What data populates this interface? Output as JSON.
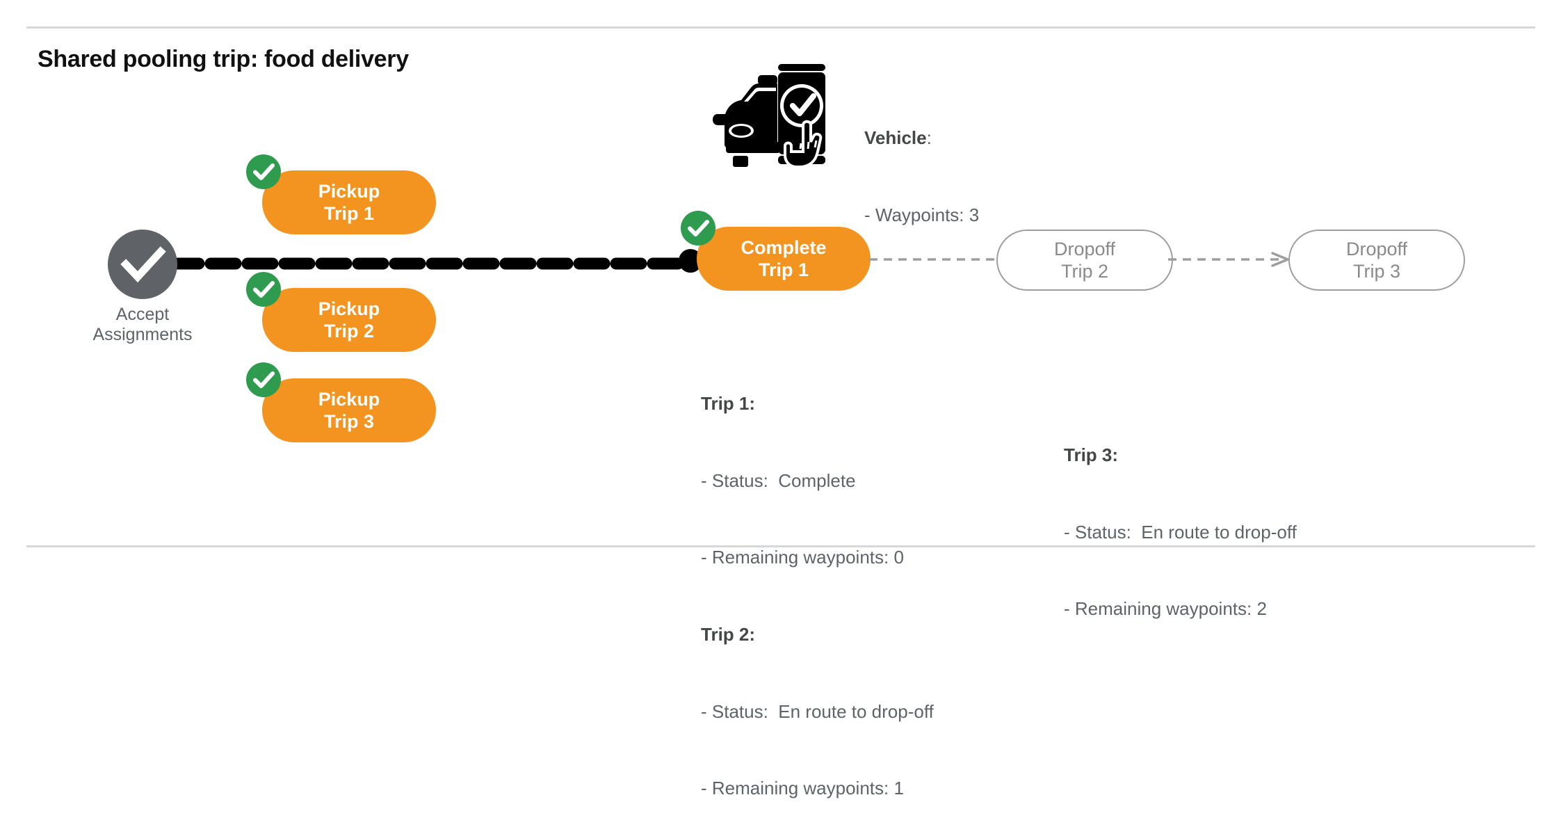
{
  "page": {
    "title": "Shared pooling trip: food delivery",
    "background": "#ffffff",
    "divider_color": "#d6d7d9"
  },
  "colors": {
    "orange": "#F2941F",
    "green_badge": "#2E9B4E",
    "gray_text": "#5f6368",
    "ghost_border": "#9e9e9e",
    "trunk_black": "#000000"
  },
  "start_node": {
    "icon": "check-circle-icon",
    "label_line1": "Accept",
    "label_line2": "Assignments"
  },
  "pickups": [
    {
      "line1": "Pickup",
      "line2": "Trip 1",
      "badge": "check-badge-icon",
      "completed": true
    },
    {
      "line1": "Pickup",
      "line2": "Trip 2",
      "badge": "check-badge-icon",
      "completed": true
    },
    {
      "line1": "Pickup",
      "line2": "Trip 3",
      "badge": "check-badge-icon",
      "completed": true
    }
  ],
  "complete_node": {
    "line1": "Complete",
    "line2": "Trip 1",
    "badge": "check-badge-icon",
    "completed": true
  },
  "dropoffs": [
    {
      "line1": "Dropoff",
      "line2": "Trip 2",
      "completed": false
    },
    {
      "line1": "Dropoff",
      "line2": "Trip 3",
      "completed": false
    }
  ],
  "vehicle_icon": "car-phone-check-icon",
  "vehicle_info": {
    "heading": "Vehicle",
    "heading_suffix": ":",
    "lines": [
      "- Waypoints: 3"
    ],
    "text": "- Waypoints: 3"
  },
  "trip_info_left": {
    "trip1": {
      "heading": "Trip 1:",
      "status": "- Status:  Complete",
      "remaining": "- Remaining waypoints: 0"
    },
    "trip2": {
      "heading": "Trip 2:",
      "status": "- Status:  En route to drop-off",
      "remaining": "- Remaining waypoints: 1"
    }
  },
  "trip_info_right": {
    "trip3": {
      "heading": "Trip 3:",
      "status": "- Status:  En route to drop-off",
      "remaining": "- Remaining waypoints: 2"
    }
  }
}
